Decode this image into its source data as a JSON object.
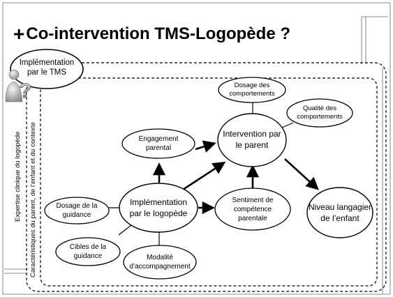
{
  "slide": {
    "title": "Co-intervention TMS-Logopède ?",
    "title_marker": "+"
  },
  "diagram": {
    "top_label": [
      "Implémentation",
      "par le TMS"
    ],
    "side_label_outer": "Expertise clinique du logopède",
    "side_label_inner": "Caractéristiques du parent, de l’enfant et du contexte",
    "nodes": {
      "dosage_comportements": [
        "Dosage des",
        "comportements"
      ],
      "qualite_comportements": [
        "Qualité des",
        "comportements"
      ],
      "engagement_parental": [
        "Engagement",
        "parental"
      ],
      "intervention_parent": [
        "Intervention par",
        "le parent"
      ],
      "implementation_logopede": [
        "Implémentation",
        "par le logopède"
      ],
      "sentiment_competence": [
        "Sentiment de",
        "compétence",
        "parentale"
      ],
      "niveau_langagier": [
        "Niveau langagier",
        "de l’enfant"
      ],
      "dosage_guidance": [
        "Dosage de la",
        "guidance"
      ],
      "cibles_guidance": [
        "Cibles de la",
        "guidance"
      ],
      "modalite_accompagnement": [
        "Modalité",
        "d’accompagnement"
      ]
    },
    "question_icon": "question-person-icon"
  }
}
